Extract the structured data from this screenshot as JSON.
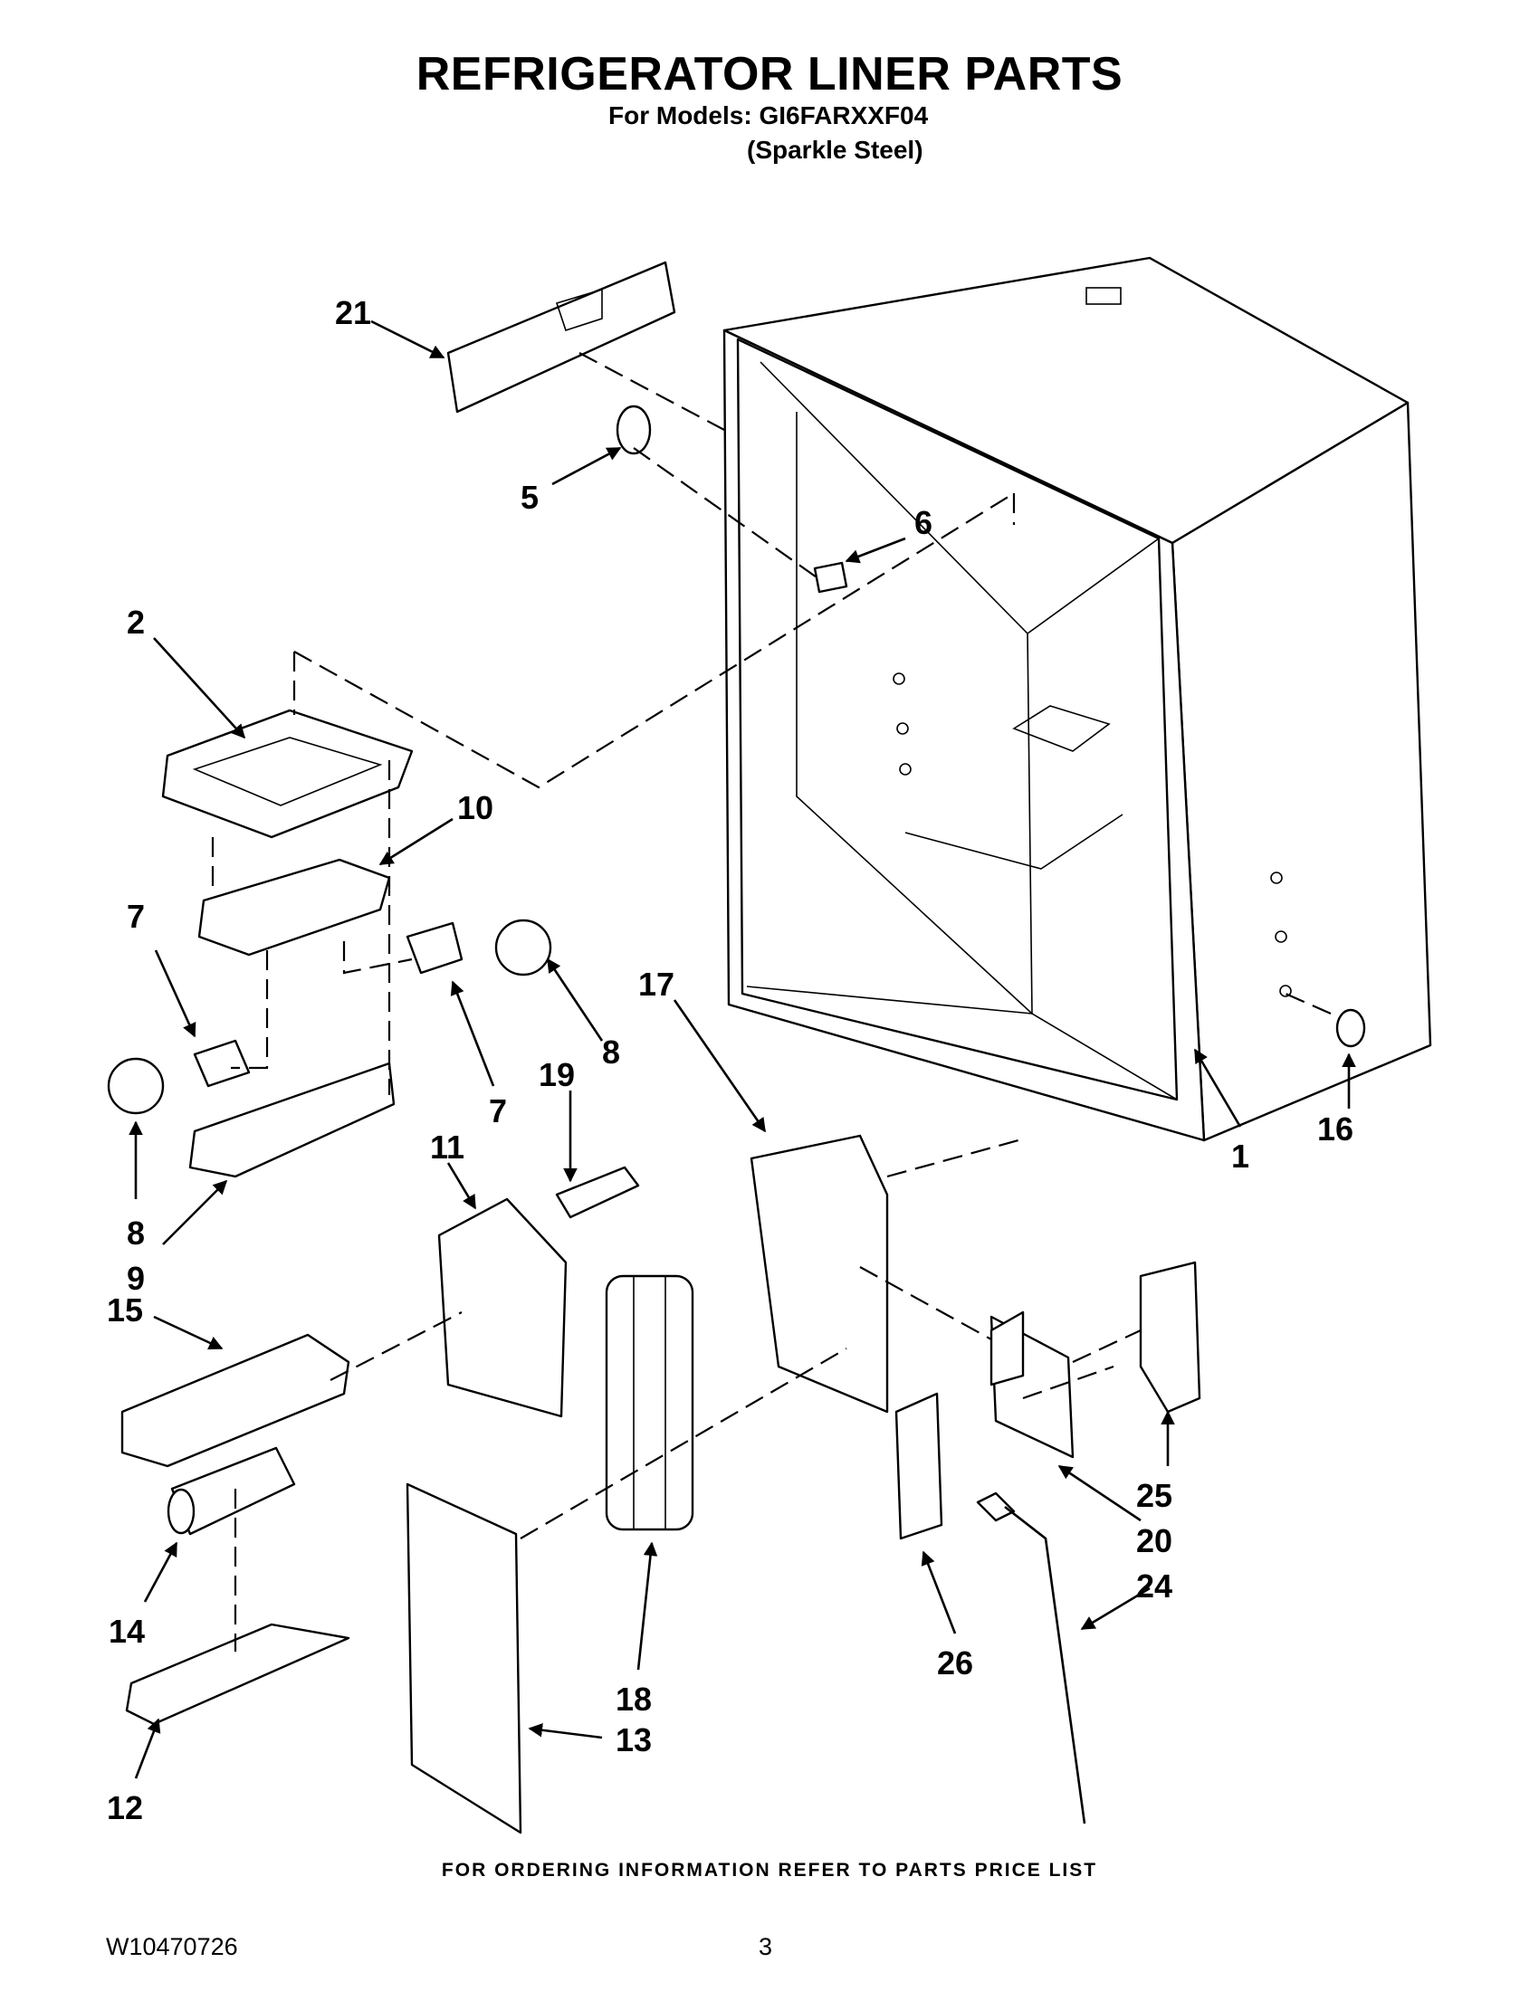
{
  "header": {
    "title": "REFRIGERATOR LINER PARTS",
    "models_line": "For Models: GI6FARXXF04",
    "finish_line": "(Sparkle Steel)"
  },
  "callouts": [
    "21",
    "5",
    "6",
    "2",
    "10",
    "7",
    "7",
    "8",
    "8",
    "17",
    "19",
    "11",
    "9",
    "15",
    "1",
    "16",
    "25",
    "20",
    "24",
    "14",
    "26",
    "18",
    "13",
    "12"
  ],
  "footer": {
    "note": "FOR ORDERING INFORMATION REFER TO PARTS PRICE LIST",
    "doc_id": "W10470726",
    "page_number": "3"
  }
}
